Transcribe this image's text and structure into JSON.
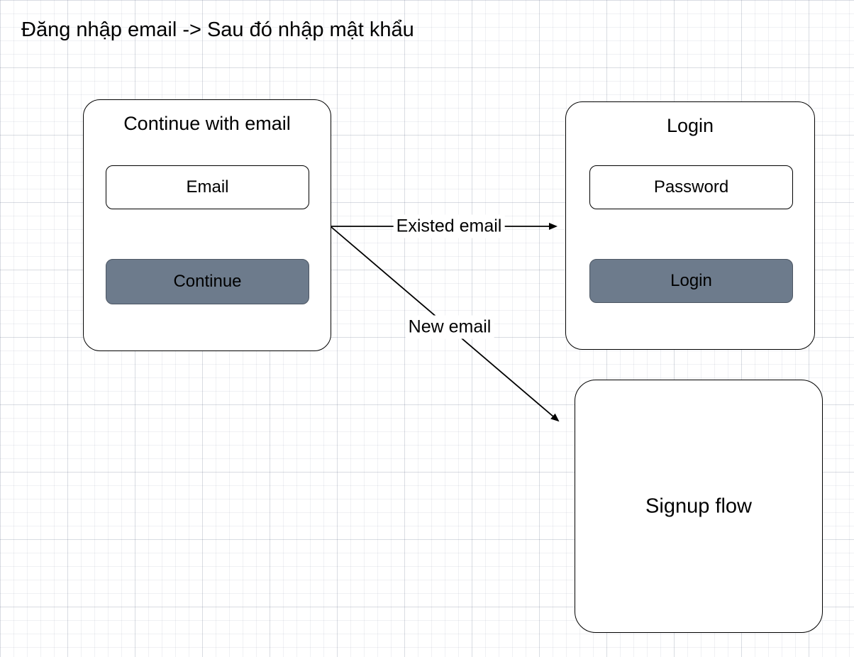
{
  "canvas": {
    "title": "Đăng nhập email -> Sau đó nhập mật khẩu"
  },
  "nodes": {
    "continue_with_email": {
      "title": "Continue with email",
      "input_label": "Email",
      "button_label": "Continue"
    },
    "login": {
      "title": "Login",
      "input_label": "Password",
      "button_label": "Login"
    },
    "signup_flow": {
      "title": "Signup flow"
    }
  },
  "edges": {
    "existed_email": {
      "label": "Existed email"
    },
    "new_email": {
      "label": "New email"
    }
  },
  "colors": {
    "button_fill": "#6d7b8c",
    "stroke": "#000000",
    "background": "#ffffff"
  }
}
